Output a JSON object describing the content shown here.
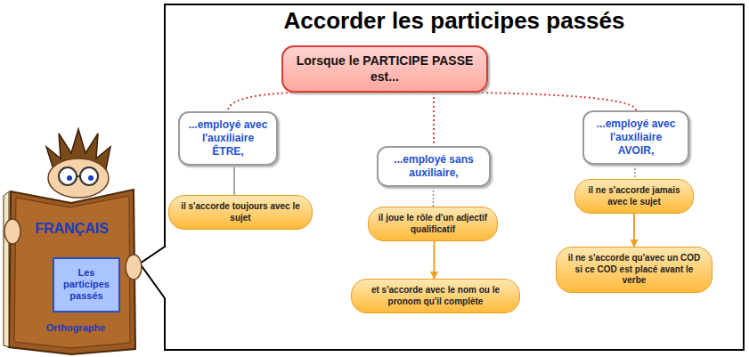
{
  "diagram": {
    "title": "Accorder les participes passés",
    "nodes": [
      {
        "text": [
          "Lorsque le PARTICIPE PASSE est..."
        ]
      },
      {
        "text": [
          "...employé avec l'auxiliaire ÊTRE,"
        ]
      },
      {
        "text": [
          "il s'accorde toujours avec le sujet"
        ]
      },
      {
        "text": [
          "...employé sans auxiliaire,"
        ]
      },
      {
        "text": [
          "il joue le rôle d'un adjectif qualificatif"
        ]
      },
      {
        "text": [
          "et s'accorde avec le nom ou le pronom qu'il complète"
        ]
      },
      {
        "text": [
          "...employé avec l'auxiliaire AVOIR,"
        ]
      },
      {
        "text": [
          "il ne s'accorde jamais avec le sujet"
        ]
      },
      {
        "text": [
          "il ne s'accorde qu'avec un COD si ce COD est placé avant le verbe"
        ]
      }
    ],
    "edges": [
      {
        "from": 0,
        "to": 1,
        "arrow": "none"
      },
      {
        "from": 0,
        "to": 3,
        "arrow": "none"
      },
      {
        "from": 0,
        "to": 6,
        "arrow": "none"
      },
      {
        "from": 1,
        "to": 2,
        "arrow": "none"
      },
      {
        "from": 3,
        "to": 4,
        "arrow": "none"
      },
      {
        "from": 4,
        "to": 5,
        "arrow": "to"
      },
      {
        "from": 6,
        "to": 7,
        "arrow": "none"
      },
      {
        "from": 7,
        "to": 8,
        "arrow": "to"
      }
    ],
    "labels": [
      "FRANÇAIS",
      "Les participes passés",
      "Orthographe"
    ]
  }
}
